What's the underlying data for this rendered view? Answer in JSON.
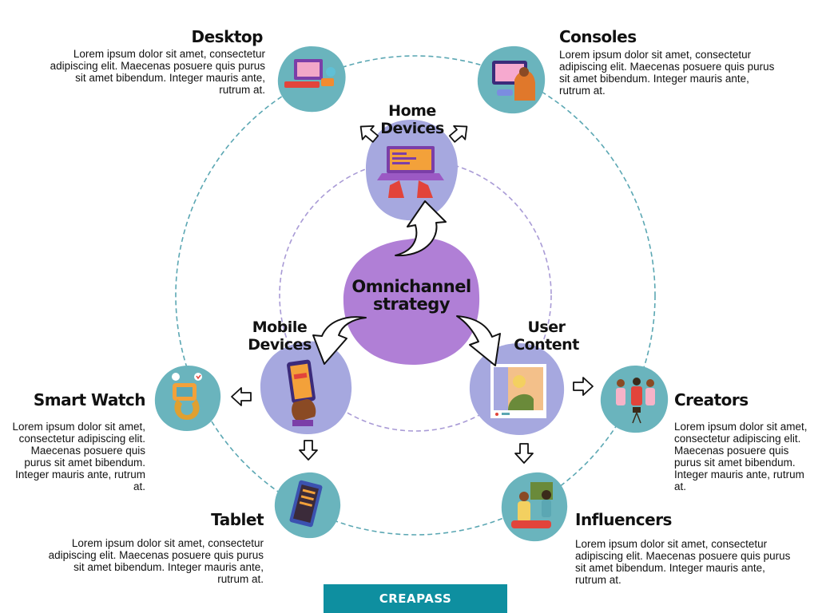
{
  "center": {
    "line1": "Omnichannel",
    "line2": "strategy"
  },
  "hubs": {
    "home": {
      "line1": "Home",
      "line2": "Devices"
    },
    "mobile": {
      "line1": "Mobile",
      "line2": "Devices"
    },
    "user": {
      "line1": "User",
      "line2": "Content"
    }
  },
  "nodes": {
    "desktop": {
      "title": "Desktop",
      "text": "Lorem ipsum dolor sit amet, consectetur adipiscing elit. Maecenas posuere quis purus sit amet bibendum. Integer mauris ante, rutrum at."
    },
    "consoles": {
      "title": "Consoles",
      "text": "Lorem ipsum dolor sit amet, consectetur adipiscing elit. Maecenas posuere quis purus sit amet bibendum. Integer mauris ante, rutrum at."
    },
    "smart_watch": {
      "title": "Smart Watch",
      "text": "Lorem ipsum dolor sit amet, consectetur adipiscing elit. Maecenas posuere quis purus sit amet bibendum. Integer mauris ante, rutrum at."
    },
    "creators": {
      "title": "Creators",
      "text": "Lorem ipsum dolor sit amet, consectetur adipiscing elit. Maecenas posuere quis purus sit amet bibendum. Integer mauris ante, rutrum at."
    },
    "tablet": {
      "title": "Tablet",
      "text": "Lorem ipsum dolor sit amet, consectetur adipiscing elit. Maecenas posuere quis purus sit amet bibendum. Integer mauris ante, rutrum at."
    },
    "influencers": {
      "title": "Influencers",
      "text": "Lorem ipsum dolor sit amet, consectetur adipiscing elit. Maecenas posuere quis purus sit amet bibendum. Integer mauris ante, rutrum at."
    }
  },
  "footer": {
    "label": "CREAPASS"
  },
  "colors": {
    "teal": "#6ab4bd",
    "lavender": "#a6a8df",
    "purple": "#b07fd6",
    "outer_ring": "#5ba7b3",
    "inner_ring": "#a99bd6",
    "footer": "#0e8fa0"
  }
}
